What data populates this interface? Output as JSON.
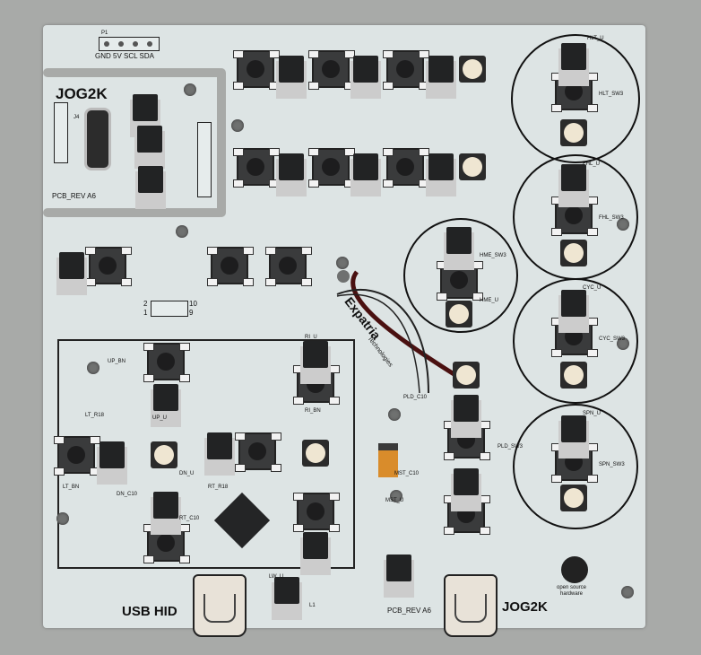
{
  "board": {
    "i2c_header": {
      "ref": "P1",
      "pins_label": "GND 5V SCL SDA"
    },
    "breakaway": {
      "title": "JOG2K",
      "revision": "PCB_REV A6",
      "connector_ref": "J4"
    },
    "logo": {
      "name": "Expatria",
      "subtitle": "Technologies"
    },
    "bottom_labels": {
      "usb_hid": "USB HID",
      "jog2k": "JOG2K",
      "revision": "PCB_REV A6"
    },
    "oshw": {
      "line1": "open source",
      "line2": "hardware"
    },
    "header_2x5": {
      "left": "2",
      "right_top": "10",
      "left_bottom": "1",
      "right_bottom": "9"
    },
    "ref_labels": [
      "HLT_U",
      "HLT_SW3",
      "FHL_U",
      "FHL_SW3",
      "CYC_U",
      "CYC_SW3",
      "SPN_U",
      "SPN_SW3",
      "HME_U",
      "HME_SW3",
      "UP_BN",
      "UP_U",
      "LT_R18",
      "LT_BN",
      "RT_R18",
      "RT_C10",
      "RI_U",
      "RI_BN",
      "DN_U",
      "DN_C10",
      "PLD_C10",
      "PLD_SW3",
      "MST_C10",
      "MST_U",
      "LW_U",
      "L1"
    ]
  },
  "colors": {
    "board": "#dde4e4",
    "background": "#a8aaa8",
    "silkscreen": "#111111",
    "logo_accent": "#4a1010",
    "capacitor": "#d98c2b"
  }
}
